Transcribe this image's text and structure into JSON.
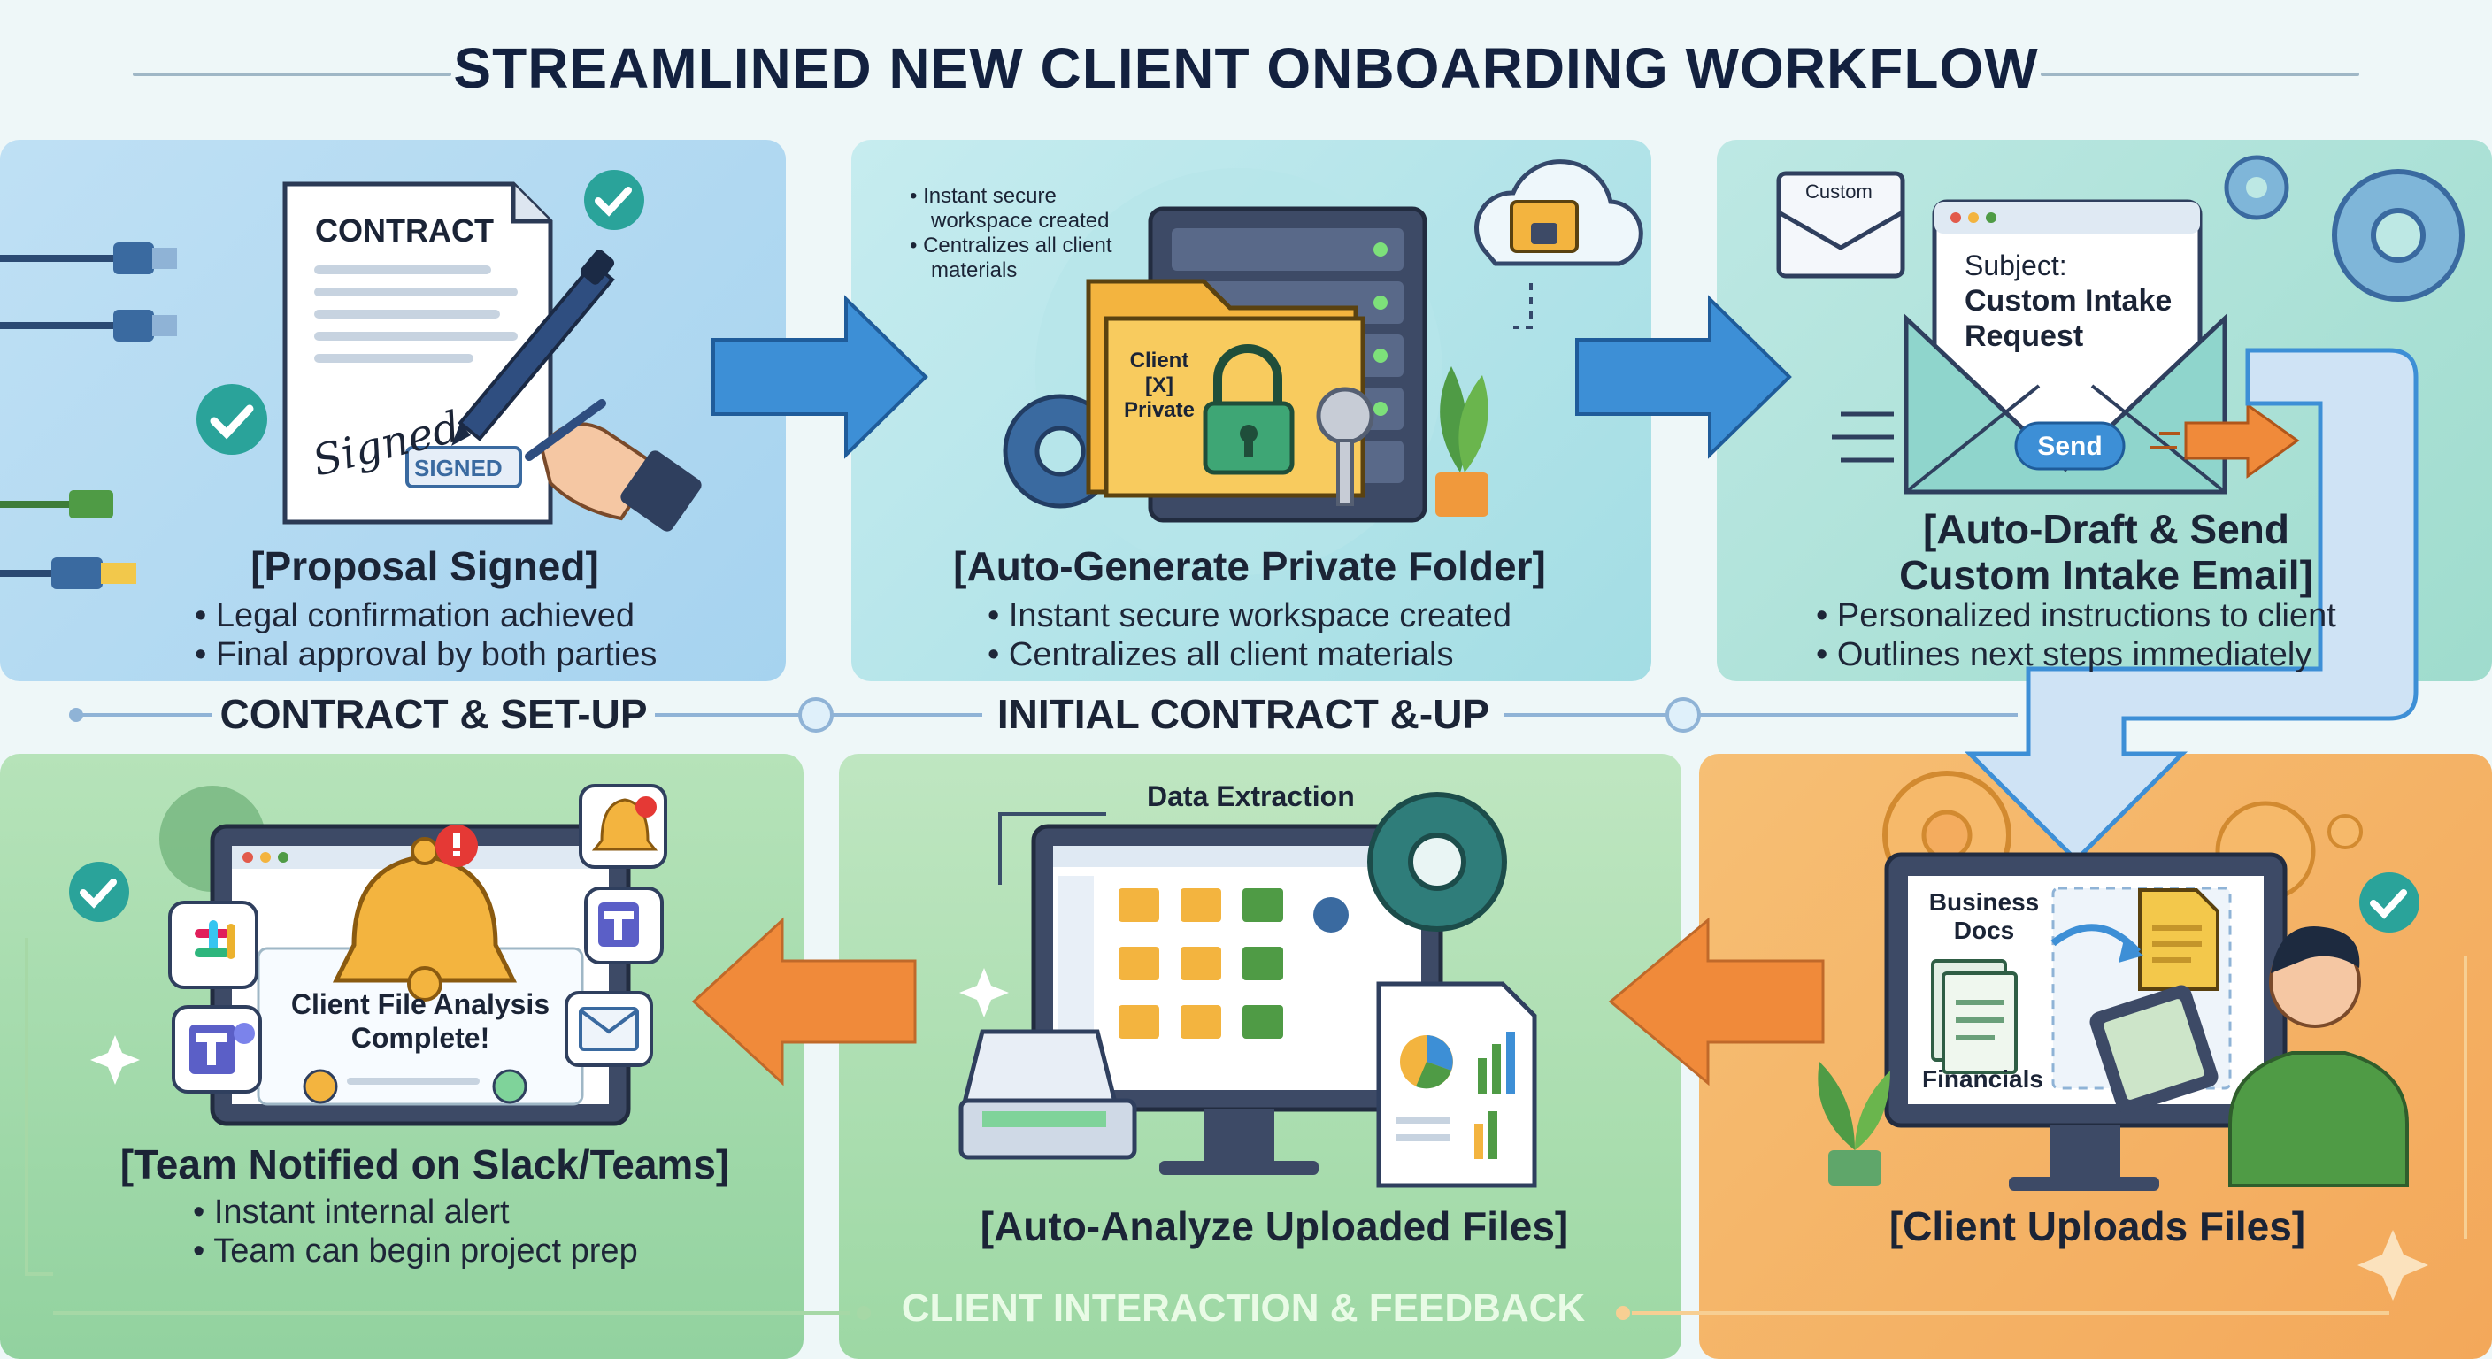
{
  "title": "STREAMLINED NEW CLIENT ONBOARDING WORKFLOW",
  "steps": [
    {
      "title": "[Proposal Signed]",
      "bullets": [
        "Legal confirmation achieved",
        "Final approval by both parties"
      ],
      "labels": {
        "contract": "CONTRACT",
        "signed": "SIGNED",
        "signature": "Signed"
      }
    },
    {
      "title": "[Auto-Generate Private Folder]",
      "bullets": [
        "Instant secure workspace created",
        "Centralizes all client materials"
      ],
      "labels": {
        "folder_line1": "Client [X]",
        "folder_line2": "Private"
      },
      "note": [
        "Instant secure",
        "workspace created",
        "Centralizes all client",
        "materials"
      ]
    },
    {
      "title_line1": "[Auto-Draft & Send",
      "title_line2": "Custom Intake Email]",
      "bullets": [
        "Personalized instructions to client",
        "Outlines next steps immediately"
      ],
      "labels": {
        "envelope": "Custom",
        "subject": "Subject:",
        "subject_line1": "Custom Intake",
        "subject_line2": "Request",
        "send": "Send"
      }
    },
    {
      "title": "[Team Notified on Slack/Teams]",
      "bullets": [
        "Instant internal alert",
        "Team can begin project prep"
      ],
      "labels": {
        "msg_line1": "Client File Analysis",
        "msg_line2": "Complete!"
      }
    },
    {
      "title": "[Auto-Analyze Uploaded Files]",
      "labels": {
        "extraction": "Data Extraction"
      }
    },
    {
      "title": "[Client Uploads Files]",
      "labels": {
        "docs_line1": "Business",
        "docs_line2": "Docs",
        "financials": "Financials"
      }
    }
  ],
  "bands": {
    "top_left": "CONTRACT & SET-UP",
    "top_center": "INITIAL CONTRACT &-UP",
    "bottom": "CLIENT INTERACTION & FEEDBACK"
  },
  "colors": {
    "navy": "#13213f",
    "arrow_blue": "#3d8fd6",
    "arrow_orange": "#f08a3a",
    "check_teal": "#2aa39a"
  }
}
